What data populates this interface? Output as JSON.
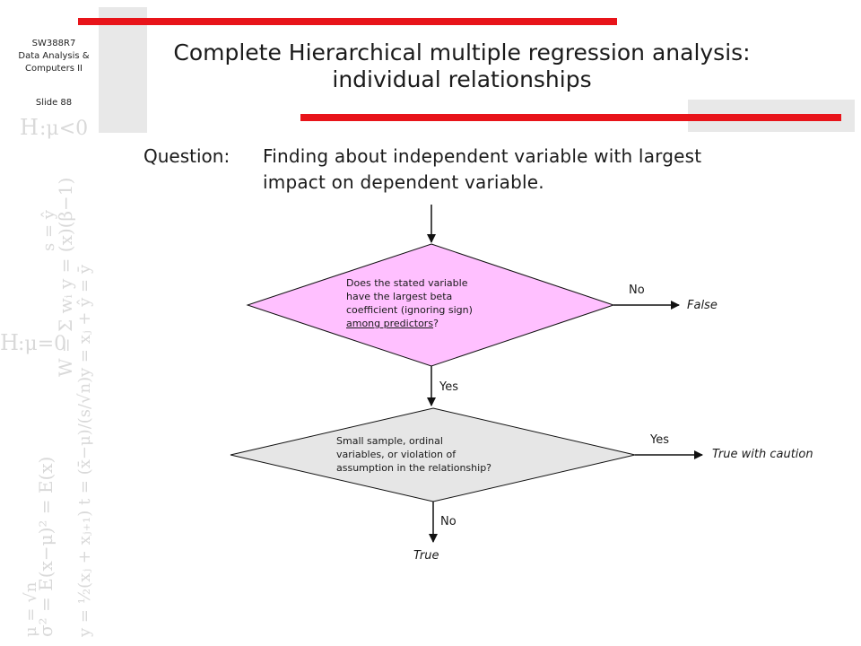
{
  "sidebar": {
    "course_code": "SW388R7",
    "course_name_1": "Data Analysis &",
    "course_name_2": "Computers II",
    "slide_label": "Slide 88"
  },
  "title": {
    "line1": "Complete Hierarchical multiple regression analysis:",
    "line2": "individual relationships"
  },
  "question": {
    "label": "Question:",
    "line1": "Finding about independent variable with largest",
    "line2": "impact on dependent variable."
  },
  "decision1": {
    "line1": "Does the stated variable",
    "line2": "have the largest beta",
    "line3": "coefficient (ignoring sign)",
    "line4_underlined": "among predictors",
    "line4_suffix": "?",
    "fill": "#ffc0ff"
  },
  "decision2": {
    "line1": "Small sample, ordinal",
    "line2": "variables, or violation of",
    "line3": "assumption in the relationship?",
    "fill": "#e6e6e6"
  },
  "branches": {
    "d1_no": "No",
    "d1_no_outcome": "False",
    "d1_yes": "Yes",
    "d2_yes": "Yes",
    "d2_yes_outcome": "True with caution",
    "d2_no": "No",
    "d2_no_outcome": "True"
  },
  "colors": {
    "accent_red": "#e8141a",
    "gray_block": "#e8e8e8"
  }
}
